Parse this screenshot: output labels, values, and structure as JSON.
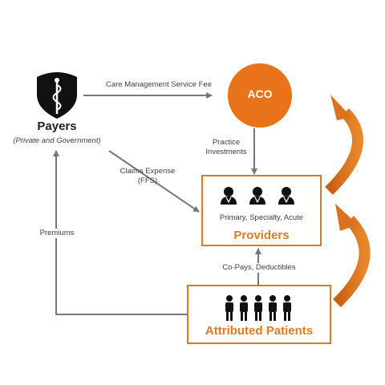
{
  "payers": {
    "title": "Payers",
    "subtitle": "(Private and Government)",
    "icon": "shield-caduceus-icon"
  },
  "aco": {
    "label": "ACO",
    "color": "#e8731a"
  },
  "providers": {
    "title": "Providers",
    "subtitle": "Primary, Specialty, Acute",
    "icon": "doctor-icon",
    "icon_count": 3
  },
  "patients": {
    "title": "Attributed Patients",
    "icon": "person-icon",
    "icon_count": 5
  },
  "flows": {
    "care_management_fee": "Care Management Service Fee",
    "practice_investments": "Practice Investments",
    "claims_expense": "Claims Expense (FFS)",
    "premiums": "Premiums",
    "copays": "Co-Pays, Deductibles"
  },
  "colors": {
    "accent": "#e07b22",
    "arrow": "#777777",
    "text": "#404040"
  }
}
